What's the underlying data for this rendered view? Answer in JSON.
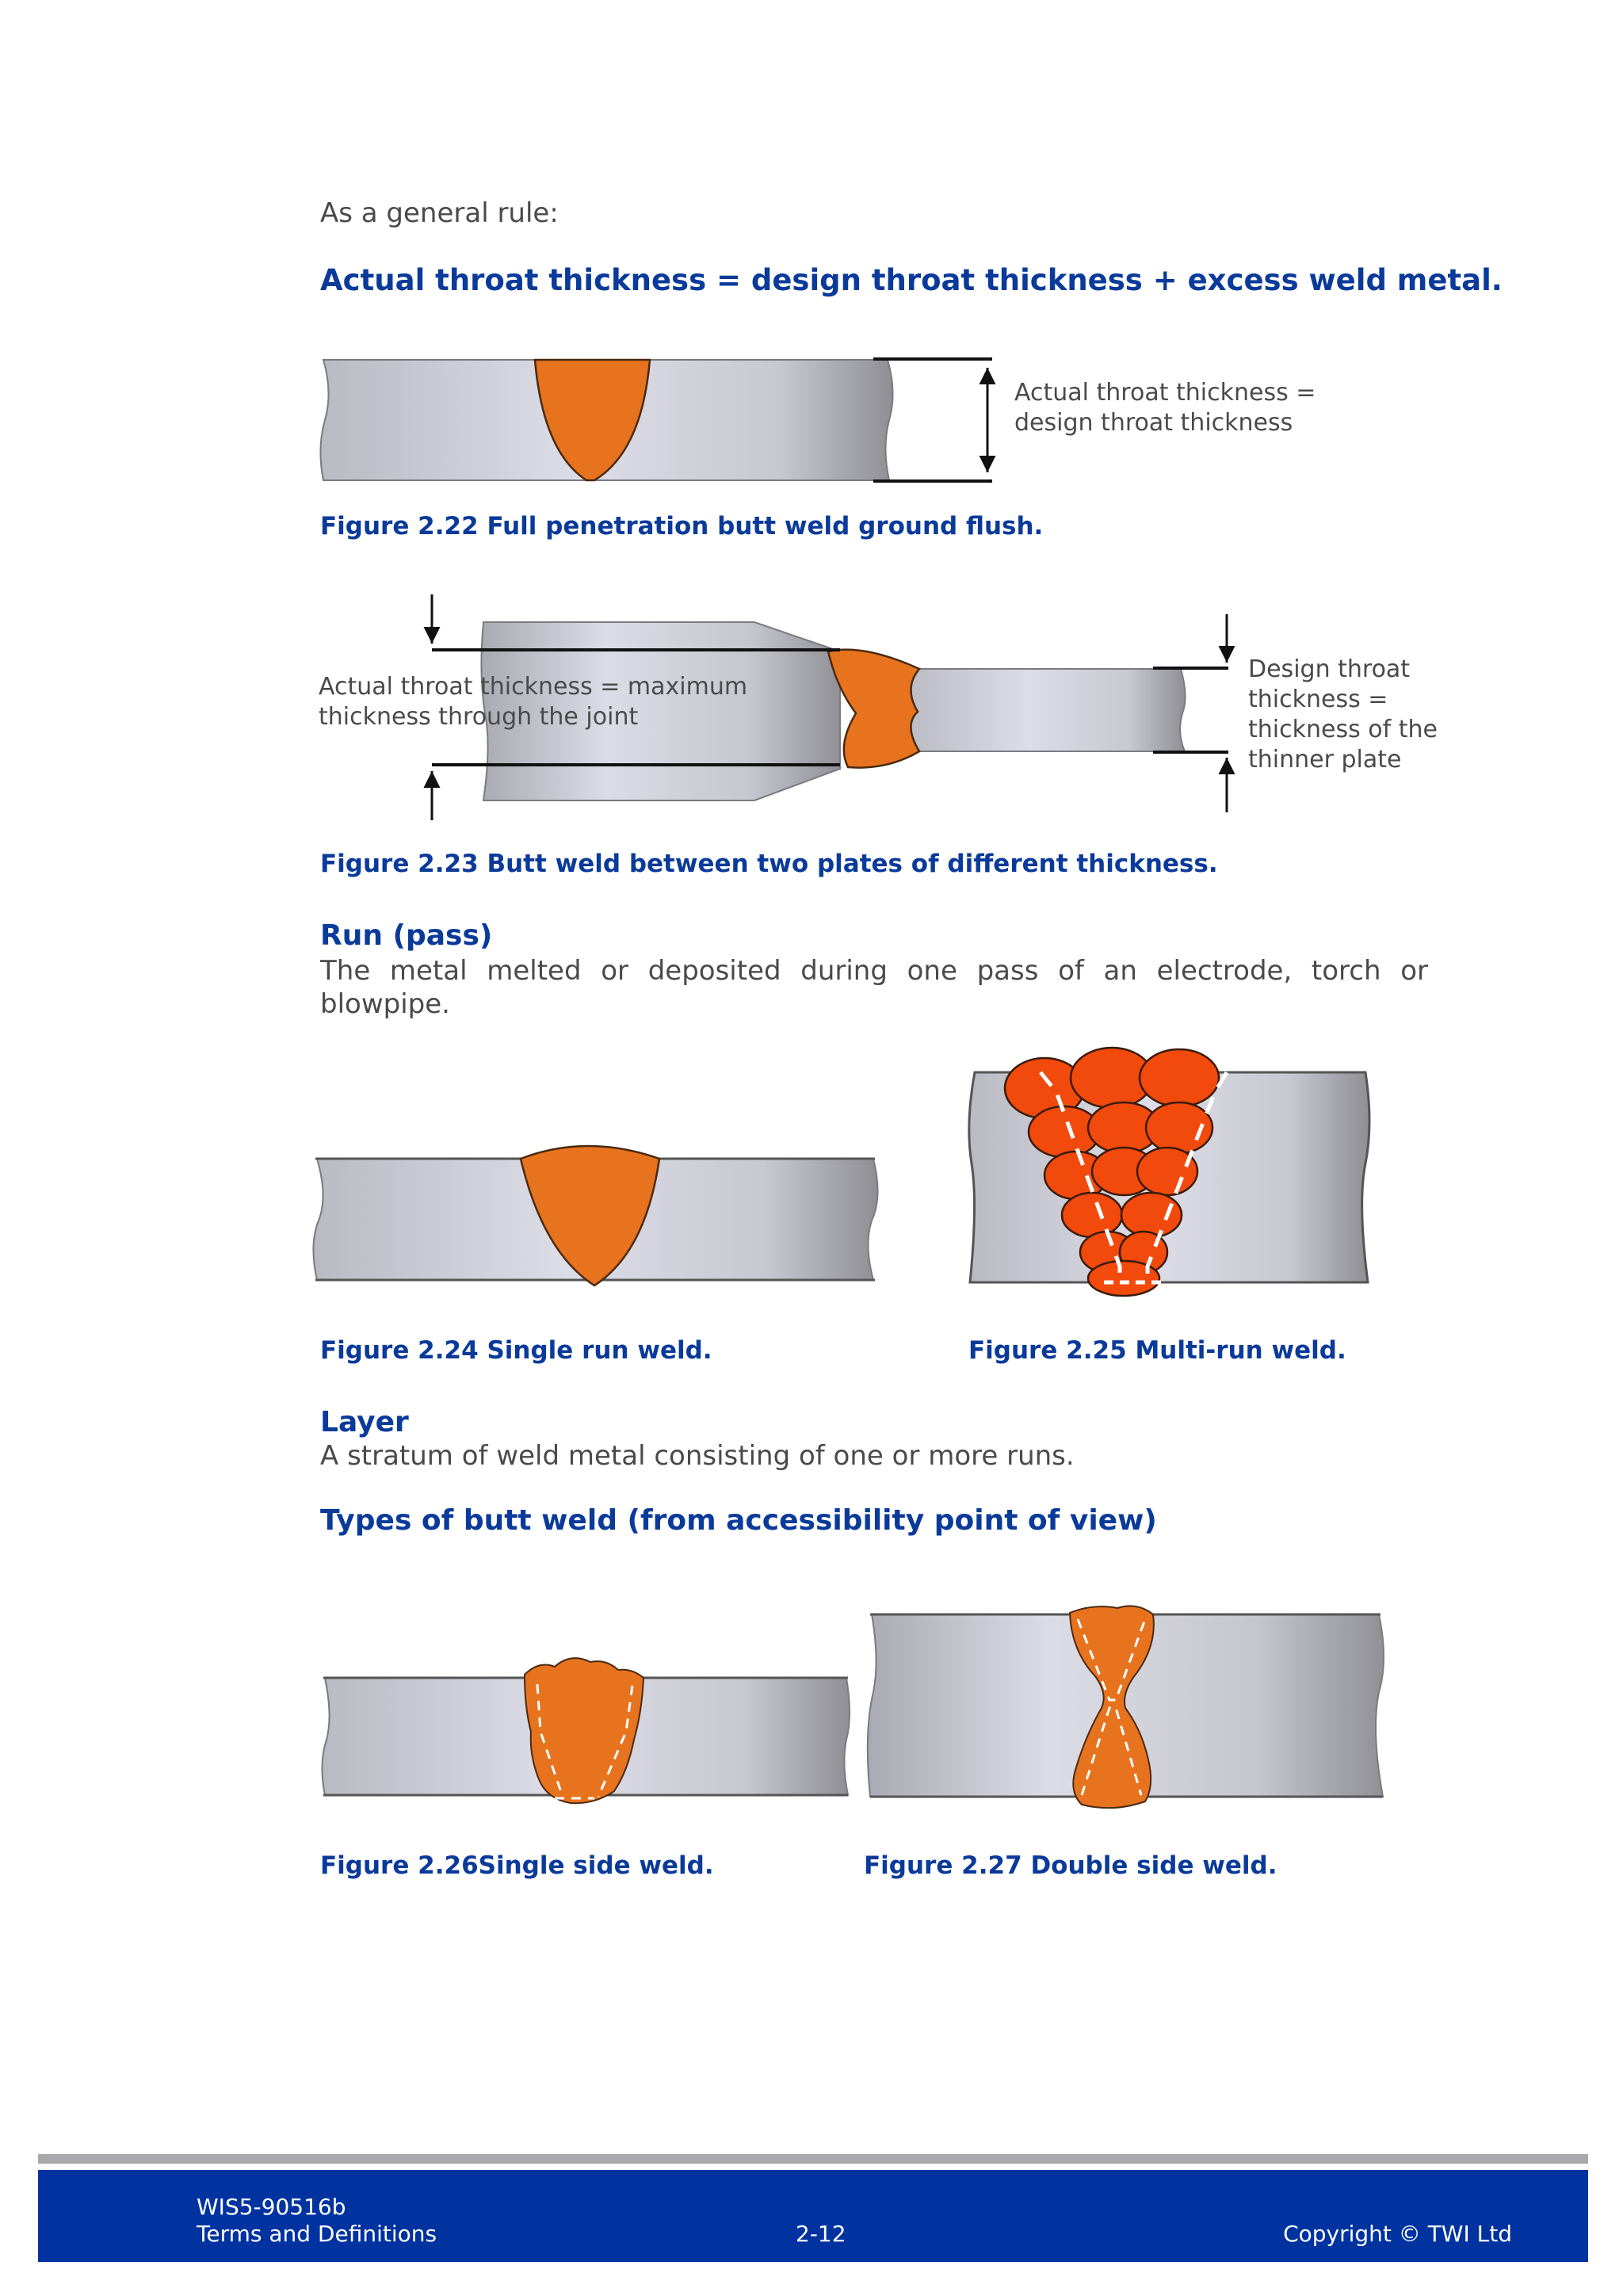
{
  "intro": "As a general rule:",
  "rule": "Actual throat thickness = design throat thickness + excess weld metal.",
  "fig22": {
    "label_line1": "Actual throat thickness =",
    "label_line2": "design throat thickness",
    "caption": "Figure 2.22 Full penetration butt weld ground flush."
  },
  "fig23": {
    "left_line1": "Actual throat thickness = maximum",
    "left_line2": "thickness through the joint",
    "right_line1": "Design throat",
    "right_line2": "thickness =",
    "right_line3": "thickness of the",
    "right_line4": "thinner plate",
    "caption": "Figure 2.23 Butt weld between two plates of different thickness."
  },
  "run": {
    "heading": "Run (pass)",
    "line1": "The metal melted or deposited during one pass of an electrode, torch or",
    "line2": "blowpipe."
  },
  "fig24": {
    "caption": "Figure 2.24 Single run weld."
  },
  "fig25": {
    "caption": "Figure 2.25 Multi-run weld."
  },
  "layer": {
    "heading": "Layer",
    "text": "A stratum of weld metal consisting of one or more runs."
  },
  "types_heading": "Types of butt weld (from accessibility point of view)",
  "fig26": {
    "caption": "Figure 2.26Single side weld."
  },
  "fig27": {
    "caption": "Figure 2.27 Double side weld."
  },
  "footer": {
    "doc_id": "WIS5-90516b",
    "section": "Terms and Definitions",
    "page": "2-12",
    "copyright": "Copyright © TWI Ltd"
  },
  "colors": {
    "weld": "#e8731e",
    "weld_multi": "#f24a0c",
    "heading_blue": "#0a3a9a",
    "footer_blue": "#0033a0",
    "footer_grey": "#a8a8ac"
  }
}
